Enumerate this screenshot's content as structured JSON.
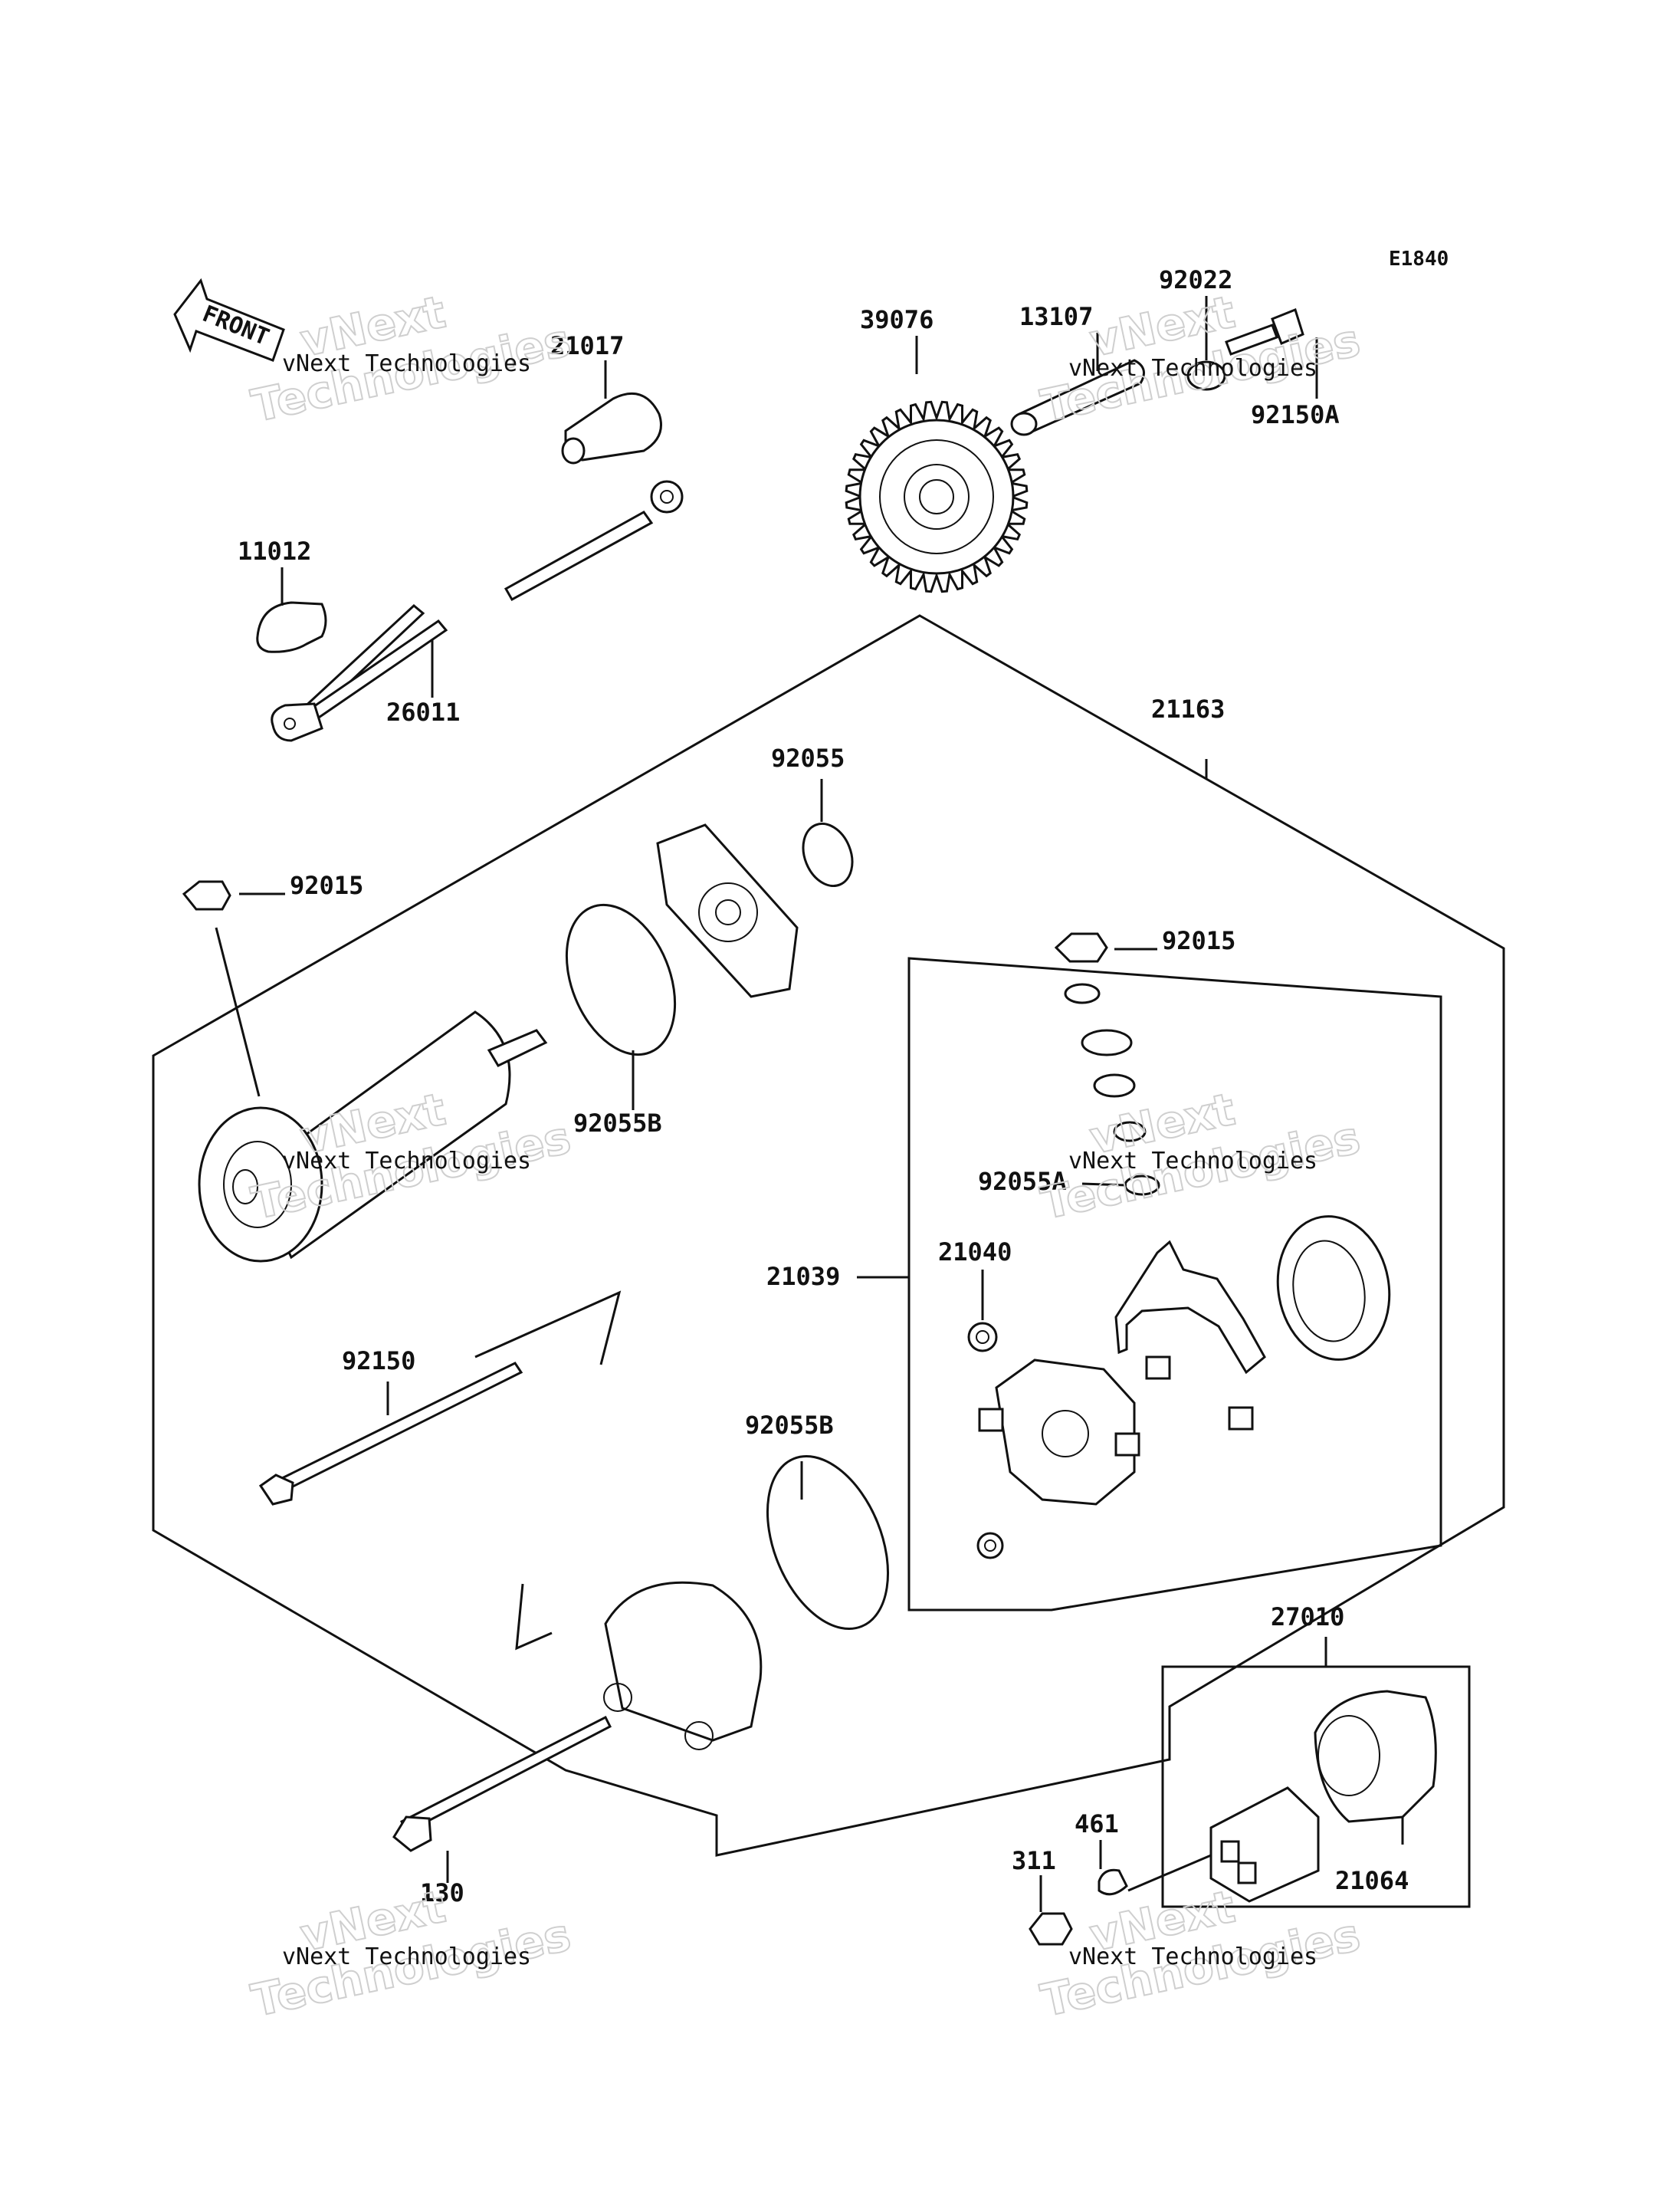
{
  "diagram": {
    "code": "E1840",
    "front_label": "FRONT",
    "watermark": {
      "brand": "vNext",
      "word": "Technologies",
      "company": "vNext Technologies"
    },
    "parts": {
      "p21017": "21017",
      "p11012": "11012",
      "p26011": "26011",
      "p39076": "39076",
      "p13107": "13107",
      "p92022": "92022",
      "p92150A": "92150A",
      "p21163": "21163",
      "p92055": "92055",
      "p92015_a": "92015",
      "p92015_b": "92015",
      "p92055B_a": "92055B",
      "p92055B_b": "92055B",
      "p92055A": "92055A",
      "p21039": "21039",
      "p21040": "21040",
      "p92150": "92150",
      "p27010": "27010",
      "p461": "461",
      "p311": "311",
      "p21064": "21064",
      "p130": "130"
    }
  }
}
